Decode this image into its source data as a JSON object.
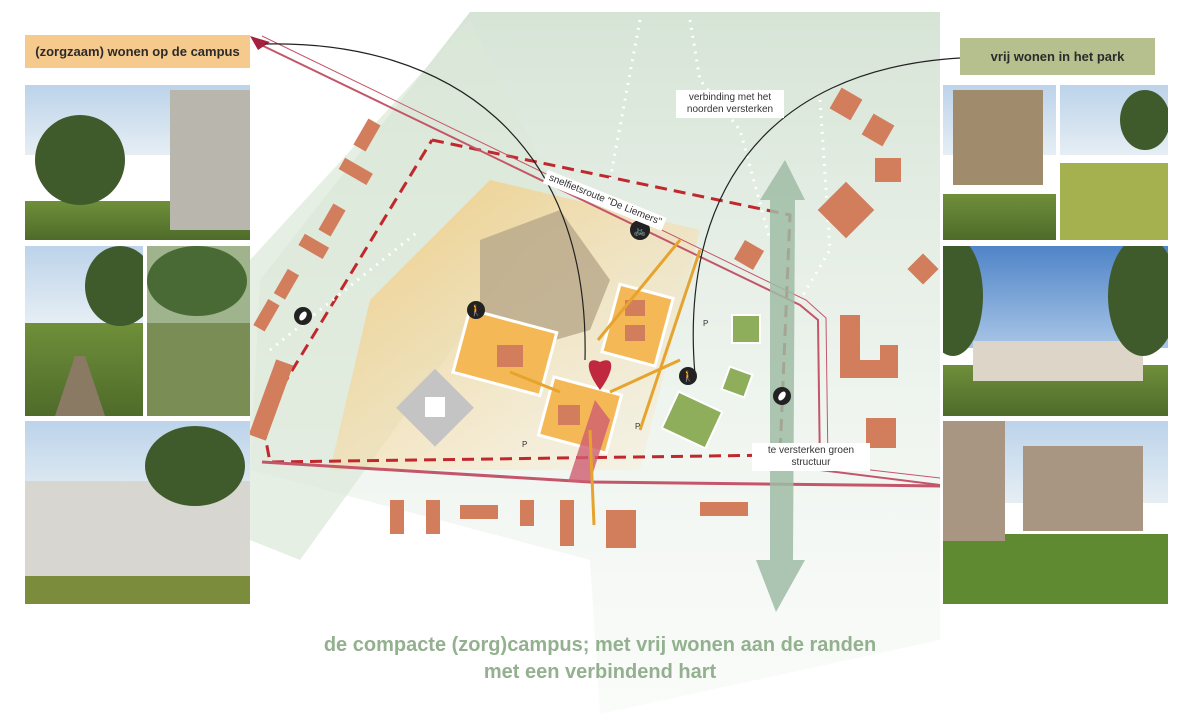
{
  "labels": {
    "campus": "(zorgzaam) wonen op de campus",
    "park": "vrij wonen in het park"
  },
  "annotations": {
    "north": "verbinding met het noorden versterken",
    "route": "snelfietsroute \"De Liemers\"",
    "green": "te versterken groen structuur",
    "parking": "P"
  },
  "title": {
    "line1": "de compacte (zorg)campus; met vrij wonen aan de randen",
    "line2": "met een verbindend hart"
  },
  "colors": {
    "campus_accent": "#f6c98d",
    "park_accent": "#b6c08e",
    "title": "#93b08f",
    "boundary": "#c0282d",
    "buildings_existing": "#d27d5c",
    "campus_buildings": "#f5b857"
  }
}
